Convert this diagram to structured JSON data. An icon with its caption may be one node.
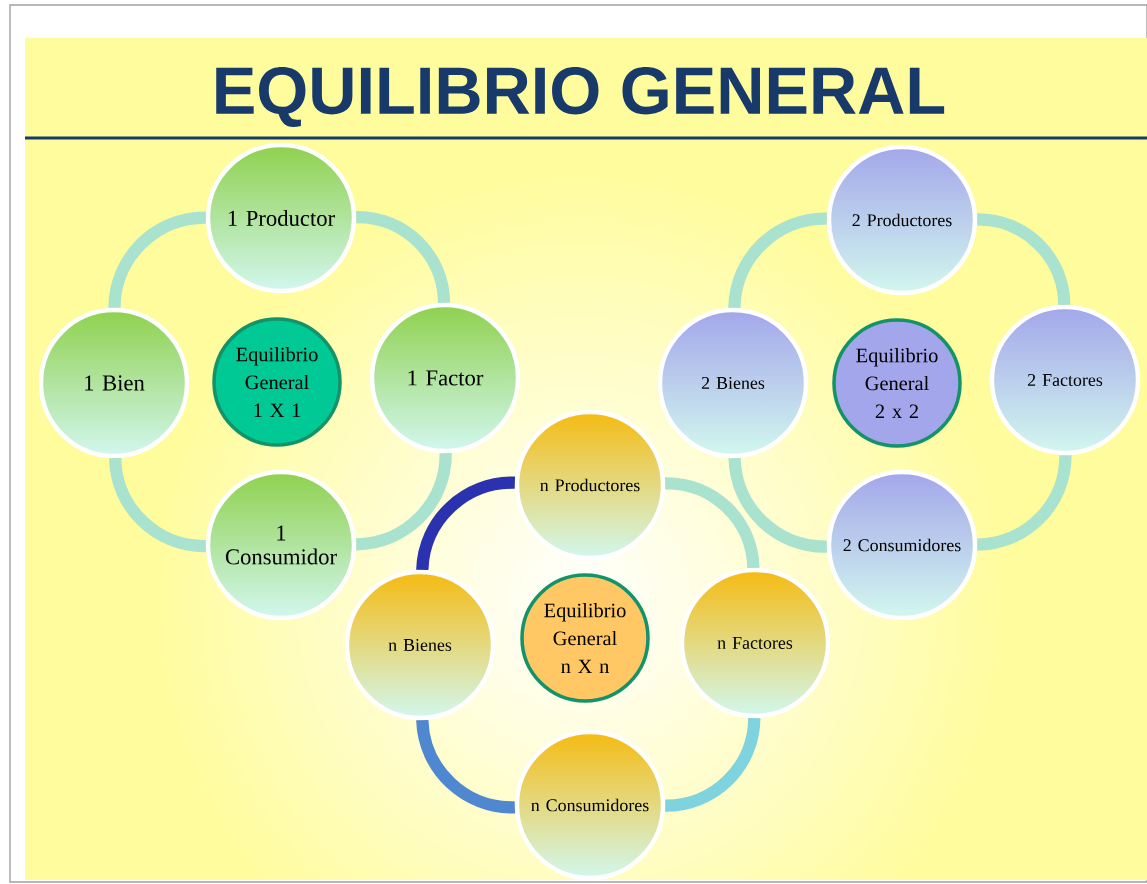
{
  "diagram": {
    "title": "EQUILIBRIO GENERAL",
    "nodes": [
      {
        "text": [
          "1 Productor"
        ]
      },
      {
        "text": [
          "Equilibrio General 1 X 1"
        ]
      },
      {
        "text": [
          "1 Bien"
        ]
      },
      {
        "text": [
          "1 Factor"
        ]
      },
      {
        "text": [
          "1 Consumidor"
        ]
      },
      {
        "text": [
          "2 Productores"
        ]
      },
      {
        "text": [
          "2 Bienes"
        ]
      },
      {
        "text": [
          "Equilibrio General 2 x 2"
        ]
      },
      {
        "text": [
          "2 Factores"
        ]
      },
      {
        "text": [
          "2 Consumidores"
        ]
      },
      {
        "text": [
          "n Productores"
        ]
      },
      {
        "text": [
          "n Bienes"
        ]
      },
      {
        "text": [
          "Equilibrio General n X n"
        ]
      },
      {
        "text": [
          "n Factores"
        ]
      },
      {
        "text": [
          "n Consumidores"
        ]
      }
    ],
    "edges": [
      {
        "from": 0,
        "to": 3,
        "arrow": "none"
      },
      {
        "from": 3,
        "to": 4,
        "arrow": "none"
      },
      {
        "from": 4,
        "to": 2,
        "arrow": "none"
      },
      {
        "from": 2,
        "to": 0,
        "arrow": "none"
      },
      {
        "from": 5,
        "to": 8,
        "arrow": "none"
      },
      {
        "from": 8,
        "to": 9,
        "arrow": "none"
      },
      {
        "from": 9,
        "to": 6,
        "arrow": "none"
      },
      {
        "from": 6,
        "to": 5,
        "arrow": "none"
      },
      {
        "from": 10,
        "to": 13,
        "arrow": "none"
      },
      {
        "from": 13,
        "to": 14,
        "arrow": "none",
        "color": "#7fd3df"
      },
      {
        "from": 14,
        "to": 11,
        "arrow": "none",
        "color": "#4f88d0"
      },
      {
        "from": 11,
        "to": 10,
        "arrow": "none",
        "color": "#2b32b0"
      }
    ]
  }
}
